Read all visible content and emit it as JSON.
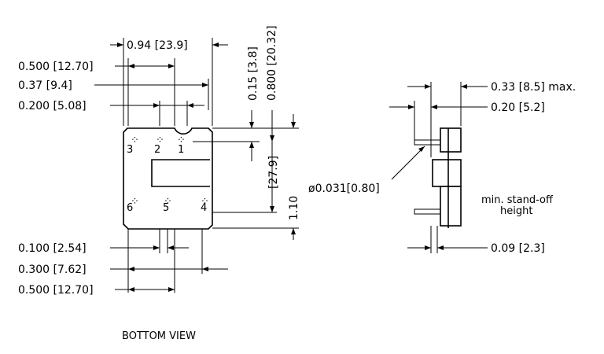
{
  "dims": {
    "w_094": "0.94 [23.9]",
    "h_080": "0.800 [20.32]",
    "w_0500_top": "0.500 [12.70]",
    "w_037": "0.37 [9.4]",
    "w_0200": "0.200 [5.08]",
    "h_015": "0.15 [3.8]",
    "h_110": "1.10 [27.9]",
    "w_0100": "0.100 [2.54]",
    "w_0300": "0.300 [7.62]",
    "w_0500_bottom": "0.500 [12.70]",
    "side_033": "0.33 [8.5] max.",
    "side_020": "0.20 [5.2]",
    "side_diam": "ø0.031[0.80]",
    "side_009": "0.09 [2.3]"
  },
  "notes": {
    "standoff_line1": "min. stand-off",
    "standoff_line2": "height",
    "view_label": "BOTTOM VIEW"
  },
  "pins": [
    "1",
    "2",
    "3",
    "4",
    "5",
    "6"
  ]
}
